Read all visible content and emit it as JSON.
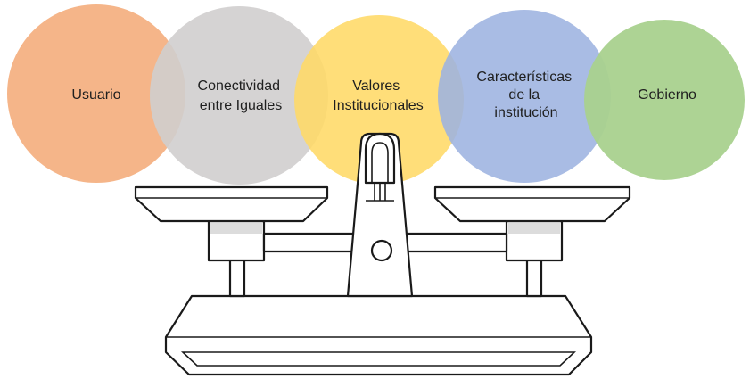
{
  "diagram": {
    "circles": [
      {
        "id": "usuario",
        "lines": [
          "Usuario"
        ],
        "color": "#F4B183"
      },
      {
        "id": "conectividad",
        "lines": [
          "Conectividad",
          "entre Iguales"
        ],
        "color": "#D0CECE"
      },
      {
        "id": "valores",
        "lines": [
          "Valores",
          "Institucionales"
        ],
        "color": "#FFD966"
      },
      {
        "id": "caracteristicas",
        "lines": [
          "Características",
          "de la",
          "institución"
        ],
        "color": "#9DB3E0"
      },
      {
        "id": "gobierno",
        "lines": [
          "Gobierno"
        ],
        "color": "#A9D18E"
      }
    ],
    "overlap_colors": [
      "#C9A899",
      "#D6CEB2",
      "#B9BFA6",
      "#6DAF8D"
    ],
    "scale": {
      "stroke_color": "#1A1A1A",
      "fill_color": "#FFFFFF",
      "shade_color": "#DCDCDC"
    }
  }
}
